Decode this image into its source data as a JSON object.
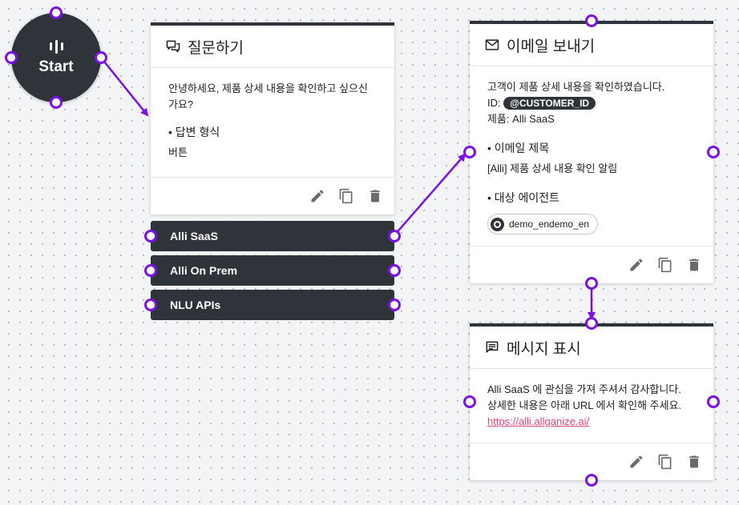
{
  "start": {
    "label": "Start"
  },
  "question": {
    "title": "질문하기",
    "text": "안녕하세요, 제품 상세 내용을 확인하고 싶으신 가요?",
    "format_label": "• 답변 형식",
    "format_value": "버튼",
    "answers": [
      {
        "label": "Alli SaaS"
      },
      {
        "label": "Alli On Prem"
      },
      {
        "label": "NLU APIs"
      }
    ]
  },
  "email": {
    "title": "이메일 보내기",
    "line1": "고객이 제품 상세 내용을 확인하였습니다.",
    "id_prefix": "ID:",
    "id_tag": "@CUSTOMER_ID",
    "product_line": "제품: Alli SaaS",
    "subject_label": "• 이메일 제목",
    "subject_value": "[Alli] 제품 상세 내용 확인 알림",
    "agent_label": "• 대상 에이전트",
    "agent_value": "demo_endemo_en"
  },
  "message": {
    "title": "메시지 표시",
    "line1": "Alli SaaS 에 관심을 가져 주셔서 감사합니다.",
    "line2": "상세한 내용은 아래 URL 에서 확인해 주세요.",
    "link": "https://alli.allganize.ai/"
  },
  "colors": {
    "accent": "#7a11e8",
    "node_dark": "#2f333a",
    "link": "#e8457a"
  },
  "icons": {
    "question": "chat-bubbles-icon",
    "email": "envelope-icon",
    "message": "message-icon",
    "edit": "pencil-icon",
    "copy": "copy-icon",
    "delete": "trash-icon"
  }
}
